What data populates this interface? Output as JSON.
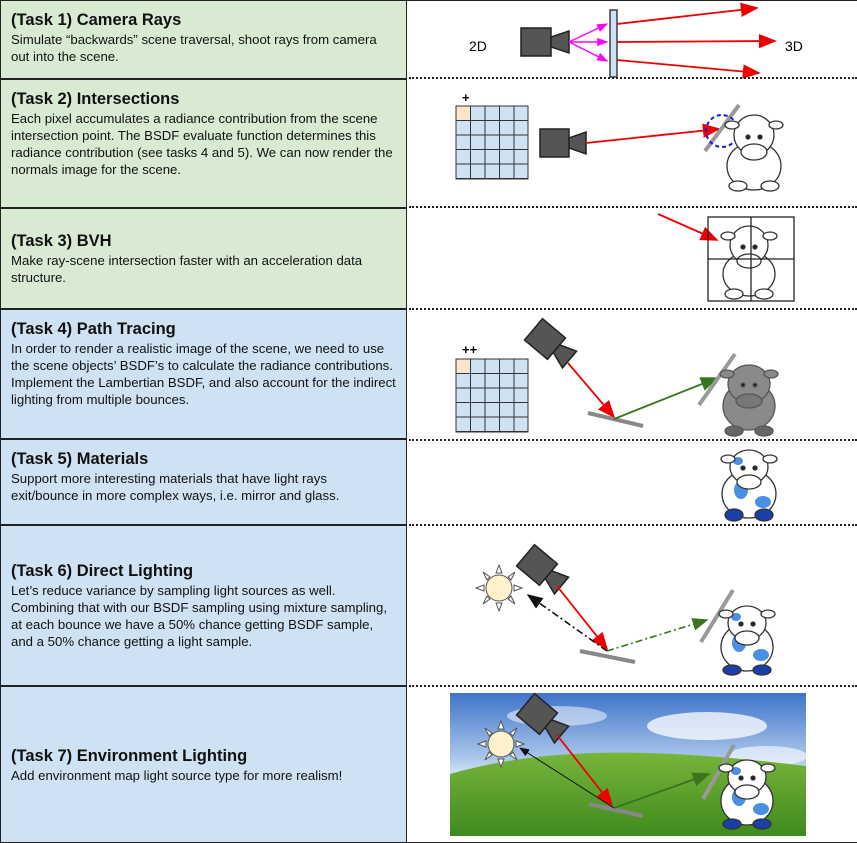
{
  "tasks": [
    {
      "title": "(Task 1) Camera Rays",
      "body": "Simulate “backwards” scene traversal, shoot rays from camera out into the scene."
    },
    {
      "title": "(Task 2) Intersections",
      "body": "Each pixel accumulates a radiance contribution from the scene intersection point. The BSDF evaluate function determines this radiance contribution (see tasks 4 and 5). We can now render the normals image for the scene."
    },
    {
      "title": "(Task 3) BVH",
      "body": "Make ray-scene intersection faster with an acceleration data structure."
    },
    {
      "title": "(Task 4) Path Tracing",
      "body": "In order to render a realistic image of the scene, we need to use the scene objects’ BSDF’s to calculate the radiance contributions. Implement the Lambertian BSDF, and also account for the indirect lighting from multiple bounces."
    },
    {
      "title": "(Task 5) Materials",
      "body": "Support more interesting materials that have light rays exit/bounce in more complex ways, i.e. mirror and glass."
    },
    {
      "title": "(Task 6) Direct Lighting",
      "body": "Let’s reduce variance by sampling light sources as well. Combining that with our BSDF sampling using mixture sampling, at each bounce we have a 50% chance getting BSDF sample, and a 50% chance getting a light sample."
    },
    {
      "title": "(Task 7) Environment Lighting",
      "body": "Add environment map light source type for more realism!"
    }
  ],
  "figures": {
    "task1_left_label": "2D",
    "task1_right_label": "3D",
    "plus_single": "+",
    "plus_double": "++"
  },
  "colors": {
    "green_panel": "#d9ead3",
    "blue_panel": "#cfe2f3",
    "camera_ray": "#ee0000",
    "bounce_ray": "#38761d",
    "pixel_grid": "#cfe2f3",
    "pixel_highlight": "#fce5cd",
    "magenta_rays": "#ff00ff",
    "cow_spots": "#4a90e2"
  }
}
